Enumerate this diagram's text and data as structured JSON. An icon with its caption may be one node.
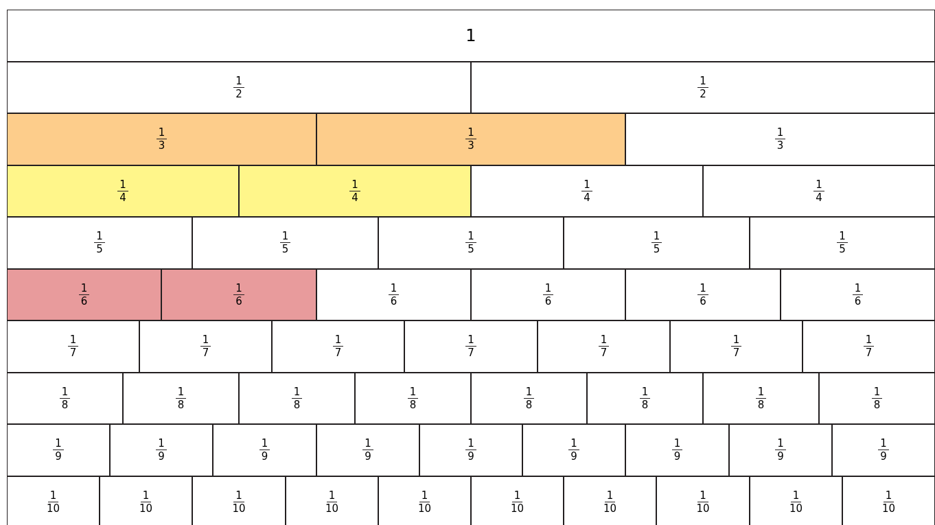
{
  "diagram": {
    "nodes": [
      {
        "text": [
          "1"
        ]
      },
      {
        "text": [
          "1",
          "2"
        ]
      },
      {
        "text": [
          "1",
          "2"
        ]
      },
      {
        "text": [
          "1",
          "3"
        ]
      },
      {
        "text": [
          "1",
          "3"
        ]
      },
      {
        "text": [
          "1",
          "3"
        ]
      },
      {
        "text": [
          "1",
          "4"
        ]
      },
      {
        "text": [
          "1",
          "4"
        ]
      },
      {
        "text": [
          "1",
          "4"
        ]
      },
      {
        "text": [
          "1",
          "4"
        ]
      },
      {
        "text": [
          "1",
          "5"
        ]
      },
      {
        "text": [
          "1",
          "5"
        ]
      },
      {
        "text": [
          "1",
          "5"
        ]
      },
      {
        "text": [
          "1",
          "5"
        ]
      },
      {
        "text": [
          "1",
          "5"
        ]
      },
      {
        "text": [
          "1",
          "6"
        ]
      },
      {
        "text": [
          "1",
          "6"
        ]
      },
      {
        "text": [
          "1",
          "6"
        ]
      },
      {
        "text": [
          "1",
          "6"
        ]
      },
      {
        "text": [
          "1",
          "6"
        ]
      },
      {
        "text": [
          "1",
          "6"
        ]
      },
      {
        "text": [
          "1",
          "7"
        ]
      },
      {
        "text": [
          "1",
          "7"
        ]
      },
      {
        "text": [
          "1",
          "7"
        ]
      },
      {
        "text": [
          "1",
          "7"
        ]
      },
      {
        "text": [
          "1",
          "7"
        ]
      },
      {
        "text": [
          "1",
          "7"
        ]
      },
      {
        "text": [
          "1",
          "7"
        ]
      },
      {
        "text": [
          "1",
          "8"
        ]
      },
      {
        "text": [
          "1",
          "8"
        ]
      },
      {
        "text": [
          "1",
          "8"
        ]
      },
      {
        "text": [
          "1",
          "8"
        ]
      },
      {
        "text": [
          "1",
          "8"
        ]
      },
      {
        "text": [
          "1",
          "8"
        ]
      },
      {
        "text": [
          "1",
          "8"
        ]
      },
      {
        "text": [
          "1",
          "8"
        ]
      },
      {
        "text": [
          "1",
          "9"
        ]
      },
      {
        "text": [
          "1",
          "9"
        ]
      },
      {
        "text": [
          "1",
          "9"
        ]
      },
      {
        "text": [
          "1",
          "9"
        ]
      },
      {
        "text": [
          "1",
          "9"
        ]
      },
      {
        "text": [
          "1",
          "9"
        ]
      },
      {
        "text": [
          "1",
          "9"
        ]
      },
      {
        "text": [
          "1",
          "9"
        ]
      },
      {
        "text": [
          "1",
          "9"
        ]
      },
      {
        "text": [
          "1",
          "10"
        ]
      },
      {
        "text": [
          "1",
          "10"
        ]
      },
      {
        "text": [
          "1",
          "10"
        ]
      },
      {
        "text": [
          "1",
          "10"
        ]
      },
      {
        "text": [
          "1",
          "10"
        ]
      },
      {
        "text": [
          "1",
          "10"
        ]
      },
      {
        "text": [
          "1",
          "10"
        ]
      },
      {
        "text": [
          "1",
          "10"
        ]
      },
      {
        "text": [
          "1",
          "10"
        ]
      },
      {
        "text": [
          "1",
          "10"
        ]
      }
    ]
  }
}
